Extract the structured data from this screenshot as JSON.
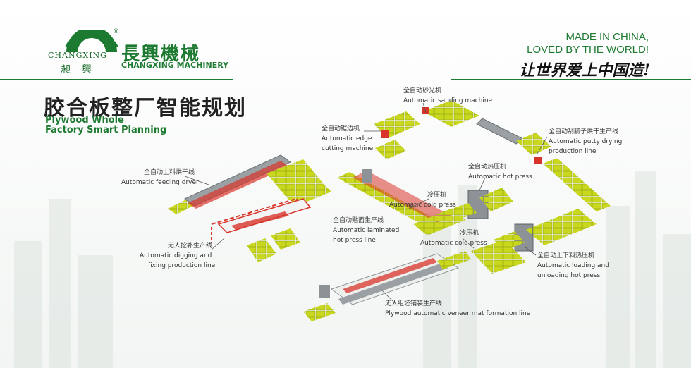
{
  "header": {
    "registered_mark": "®",
    "logo_text_en": "CHANGXING",
    "logo_text_cn": "昶興",
    "brand_cn": "長興機械",
    "brand_en": "CHANGXING MACHINERY",
    "slogan_line1": "MADE IN CHINA,",
    "slogan_line2": "LOVED BY THE WORLD!",
    "slogan_cn": "让世界爱上中国造!"
  },
  "title": {
    "cn": "胶合板整厂智能规划",
    "en_line1": "Plywood Whole",
    "en_line2": "Factory Smart Planning"
  },
  "labels": {
    "sanding": {
      "cn": "全自动砂光机",
      "en": "Automatic sanding machine"
    },
    "edge": {
      "cn": "全自动锯边机",
      "en1": "Automatic edge",
      "en2": "cutting machine"
    },
    "putty": {
      "cn": "全自动刮腻子烘干生产线",
      "en1": "Automatic  putty drying",
      "en2": "production line"
    },
    "feeding": {
      "cn": "全自动上料烘干线",
      "en": "Automatic feeding dryer"
    },
    "hot_press": {
      "cn": "全自动热压机",
      "en": "Automatic hot press"
    },
    "cold_press1": {
      "cn": "冷压机",
      "en": "Automatic cold press"
    },
    "laminated": {
      "cn": "全自动贴面生产线",
      "en1": "Automatic laminated",
      "en2": "hot press line"
    },
    "digging": {
      "cn": "无人挖补生产线",
      "en1": "Automatic  digging and",
      "en2": "fixing production line"
    },
    "cold_press2": {
      "cn": "冷压机",
      "en": "Automatic cold press"
    },
    "loading": {
      "cn": "全自动上下料热压机",
      "en1": "Automatic loading and",
      "en2": "unloading hot press"
    },
    "veneer": {
      "cn": "无人组坯铺装生产线",
      "en": "Plywood automatic veneer mat formation line"
    }
  },
  "colors": {
    "brand_green": "#1d7a31",
    "board_yellow": "#c9d81e",
    "rail_red": "#d8342b",
    "machine_grey": "#8c9296"
  }
}
